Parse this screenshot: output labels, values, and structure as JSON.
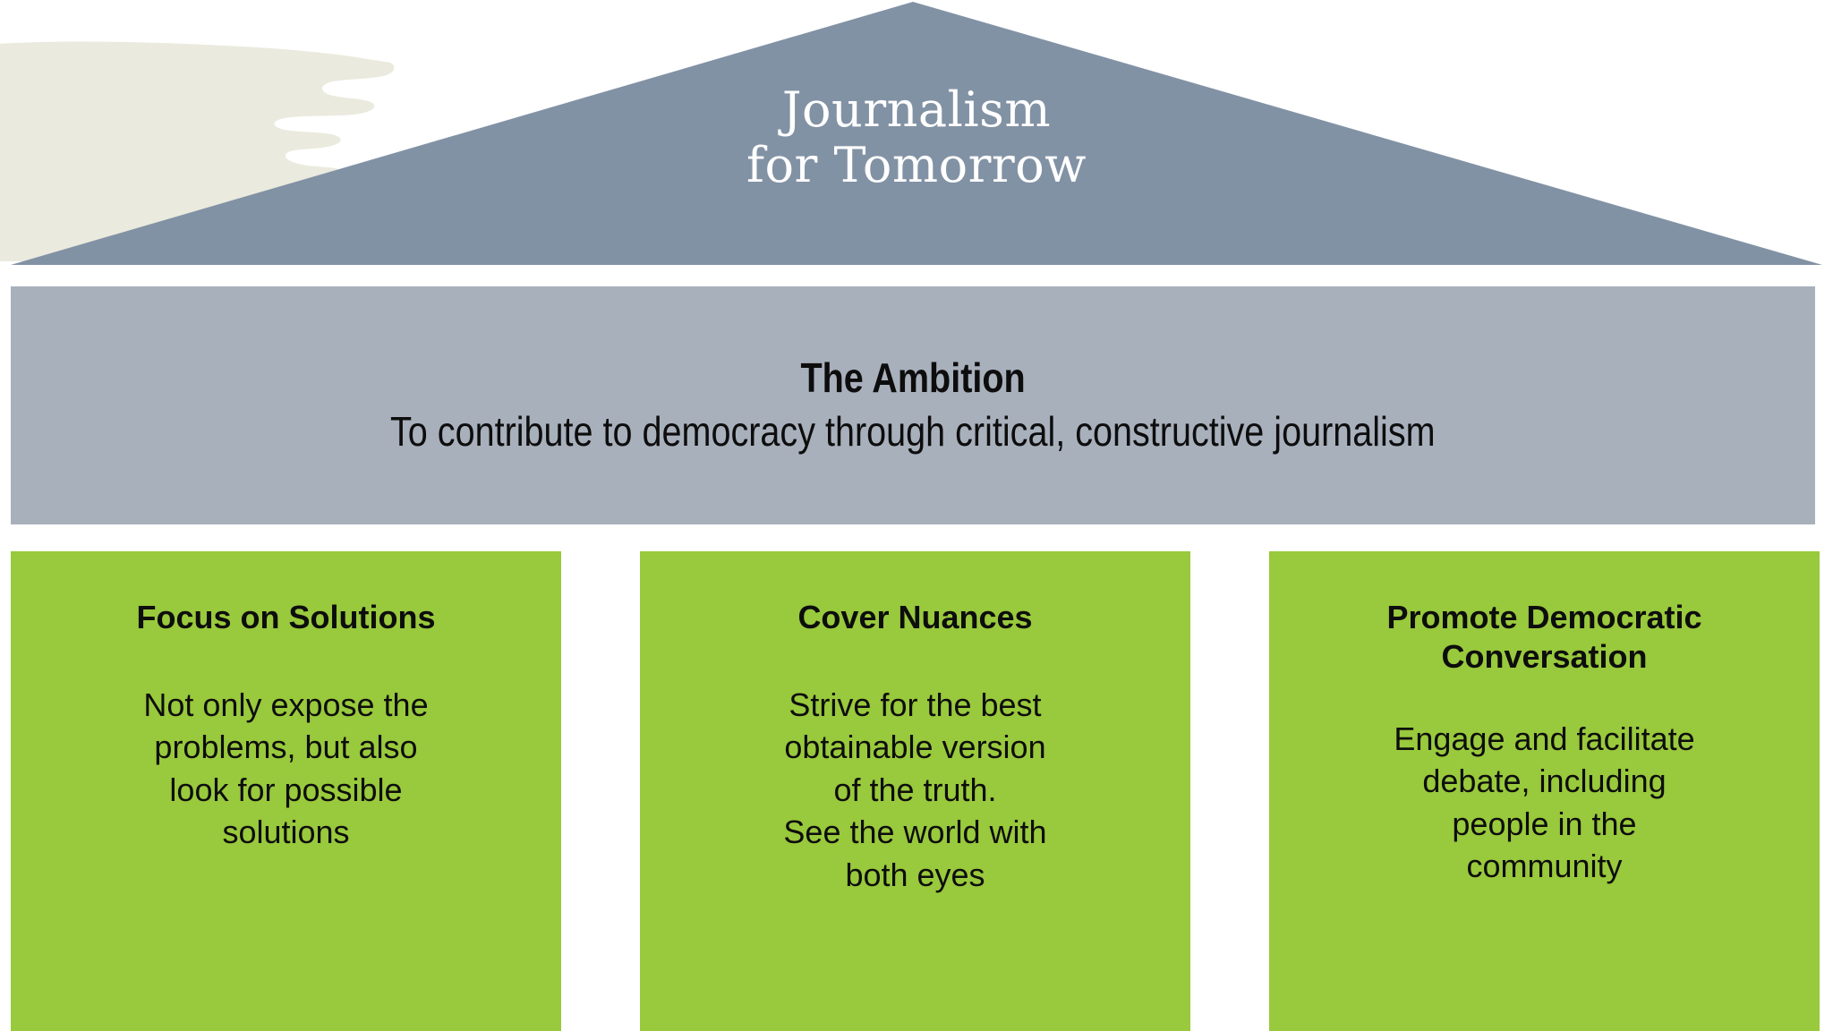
{
  "colors": {
    "roof": "#8292a5",
    "brush": "#eaeade",
    "band": "#a8b0bc",
    "pillar": "#99c93c",
    "roof_text": "#ffffff",
    "body_text": "#0d0d0d",
    "background": "#ffffff"
  },
  "roof": {
    "title_line1": "Journalism",
    "title_line2": "for Tomorrow"
  },
  "ambition": {
    "title": "The Ambition",
    "subtitle": "To contribute to democracy through critical, constructive journalism"
  },
  "pillars": [
    {
      "heading": "Focus on Solutions",
      "body": "Not only expose the\nproblems, but also\nlook for possible\nsolutions"
    },
    {
      "heading": "Cover Nuances",
      "body": "Strive for the best\nobtainable version\nof the truth.\nSee the world with\nboth eyes"
    },
    {
      "heading": "Promote Democratic\nConversation",
      "body": "Engage and facilitate\ndebate, including\npeople in the\ncommunity"
    }
  ]
}
